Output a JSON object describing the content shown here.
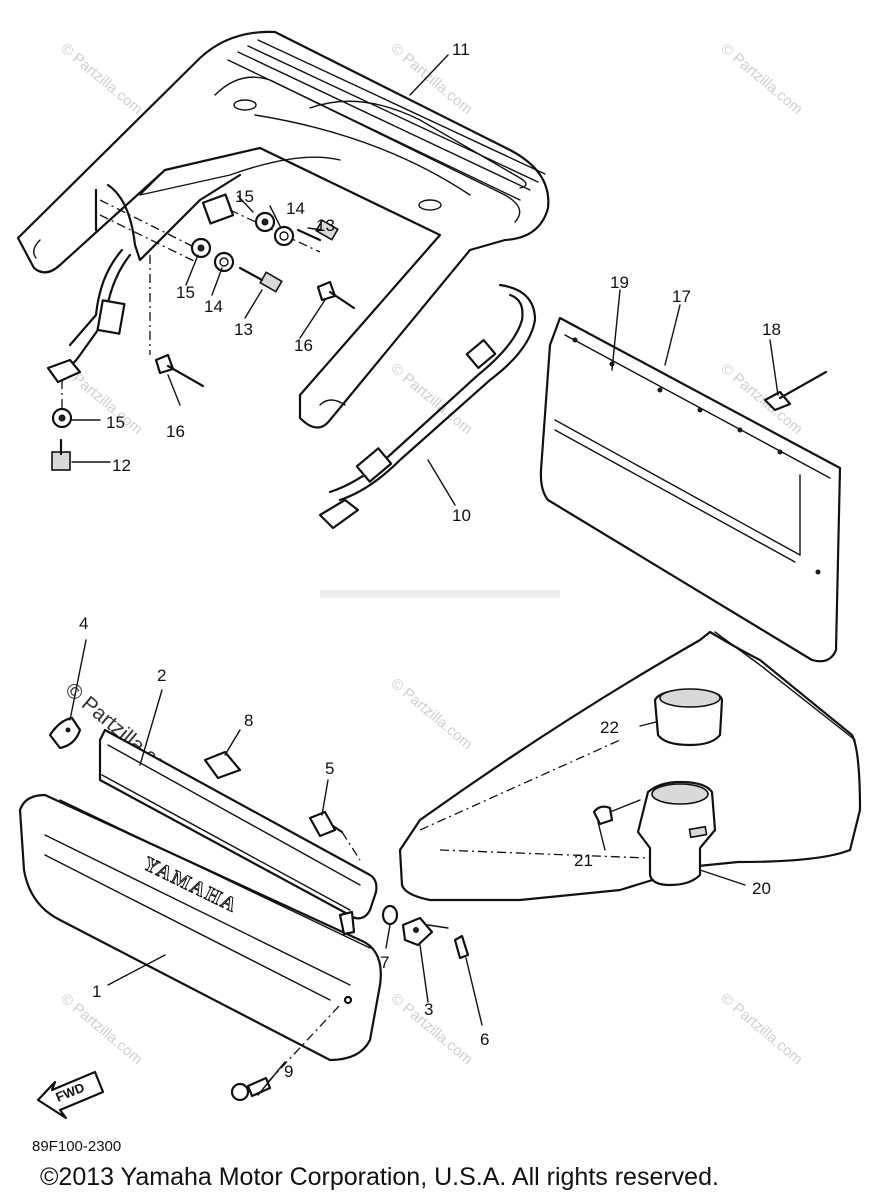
{
  "diagram": {
    "ref_code": "89F100-2300",
    "copyright": "©2013  Yamaha Motor Corporation, U.S.A. All rights reserved.",
    "watermark_text": "© Partzilla.com",
    "brand_text": "YAMAHA",
    "fwd_label": "FWD",
    "callouts": [
      "1",
      "2",
      "3",
      "4",
      "5",
      "6",
      "7",
      "8",
      "9",
      "10",
      "11",
      "12",
      "13",
      "14",
      "15",
      "16",
      "17",
      "18",
      "19",
      "20",
      "21",
      "22"
    ],
    "callouts_repeat": [
      "13",
      "14",
      "15",
      "15",
      "16"
    ]
  }
}
